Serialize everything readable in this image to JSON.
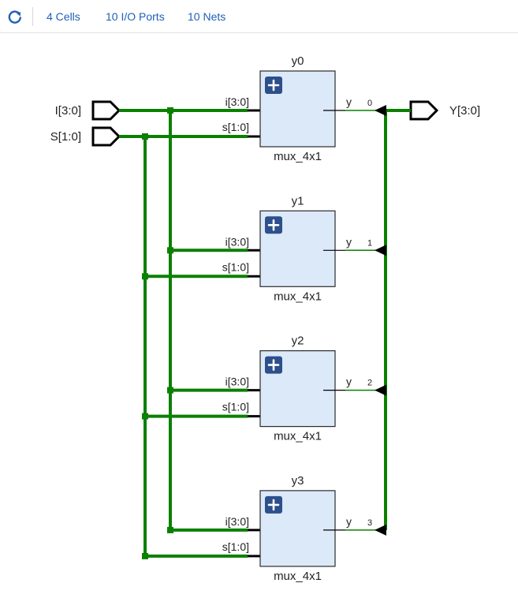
{
  "toolbar": {
    "refresh_icon": "refresh-icon",
    "cells_label": "4 Cells",
    "ports_label": "10 I/O Ports",
    "nets_label": "10 Nets"
  },
  "colors": {
    "net": "#0a8000",
    "cell_fill": "#dce9f9",
    "cell_border": "#2b2b2b",
    "expand_button": "#2d4f8b",
    "link": "#1f5fb8"
  },
  "ports": {
    "inputs": [
      {
        "name": "I[3:0]"
      },
      {
        "name": "S[1:0]"
      }
    ],
    "outputs": [
      {
        "name": "Y[3:0]"
      }
    ]
  },
  "cells": [
    {
      "instance": "y0",
      "type": "mux_4x1",
      "pins_in": [
        "i[3:0]",
        "s[1:0]"
      ],
      "pin_out": "y",
      "bit": "0"
    },
    {
      "instance": "y1",
      "type": "mux_4x1",
      "pins_in": [
        "i[3:0]",
        "s[1:0]"
      ],
      "pin_out": "y",
      "bit": "1"
    },
    {
      "instance": "y2",
      "type": "mux_4x1",
      "pins_in": [
        "i[3:0]",
        "s[1:0]"
      ],
      "pin_out": "y",
      "bit": "2"
    },
    {
      "instance": "y3",
      "type": "mux_4x1",
      "pins_in": [
        "i[3:0]",
        "s[1:0]"
      ],
      "pin_out": "y",
      "bit": "3"
    }
  ],
  "expand_icon": "plus-icon"
}
